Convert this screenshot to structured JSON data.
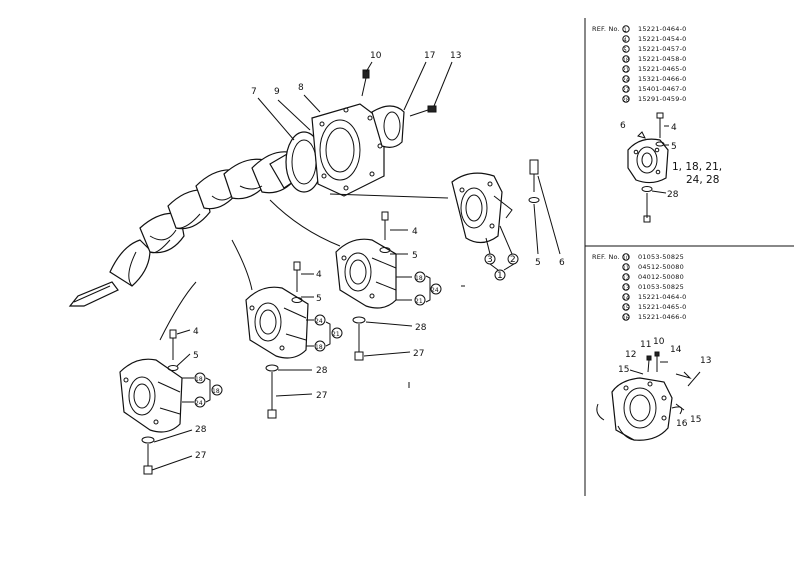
{
  "ref_table_1": {
    "title": "REF. No.",
    "rows": [
      {
        "ref": "1",
        "part": "15221-0464-0"
      },
      {
        "ref": "4",
        "part": "15221-0454-0"
      },
      {
        "ref": "5",
        "part": "15221-0457-0"
      },
      {
        "ref": "18",
        "part": "15221-0458-0"
      },
      {
        "ref": "21",
        "part": "15221-0465-0"
      },
      {
        "ref": "24",
        "part": "15321-0466-0"
      },
      {
        "ref": "27",
        "part": "15401-0467-0"
      },
      {
        "ref": "28",
        "part": "15291-0459-0"
      }
    ]
  },
  "ref_table_2": {
    "title": "REF. No.",
    "rows": [
      {
        "ref": "10",
        "part": "01053-50825"
      },
      {
        "ref": "11",
        "part": "04512-50080"
      },
      {
        "ref": "12",
        "part": "04012-50080"
      },
      {
        "ref": "13",
        "part": "01053-50825"
      },
      {
        "ref": "14",
        "part": "15221-0464-0"
      },
      {
        "ref": "15",
        "part": "15221-0465-0"
      },
      {
        "ref": "16",
        "part": "15221-0466-0"
      }
    ]
  },
  "inset_1": {
    "labels": {
      "l6": "6",
      "l4": "4",
      "l5": "5",
      "l28": "28"
    },
    "group_line1": "1, 18, 21,",
    "group_line2": "24, 28"
  },
  "inset_2": {
    "labels": {
      "l11": "11",
      "l10": "10",
      "l12": "12",
      "l14": "14",
      "l13": "13",
      "l15a": "15",
      "l16": "16",
      "l15b": "15"
    }
  },
  "main": {
    "labels": {
      "n10": "10",
      "n17": "17",
      "n13": "13",
      "n7": "7",
      "n9": "9",
      "n8": "8",
      "n6": "6",
      "n5r": "5",
      "c3": "3",
      "c2": "2",
      "c1": "1",
      "a4": "4",
      "a5": "5",
      "a4b": "4",
      "a5b": "5",
      "a18": "18",
      "a24": "24",
      "a21": "21",
      "a28": "28",
      "a27": "27",
      "b21": "21",
      "b24": "24",
      "b18": "18",
      "b28": "28",
      "b27": "27",
      "d4": "4",
      "d5": "5",
      "d18": "18",
      "d24": "24",
      "d28": "28",
      "d27": "27"
    }
  }
}
